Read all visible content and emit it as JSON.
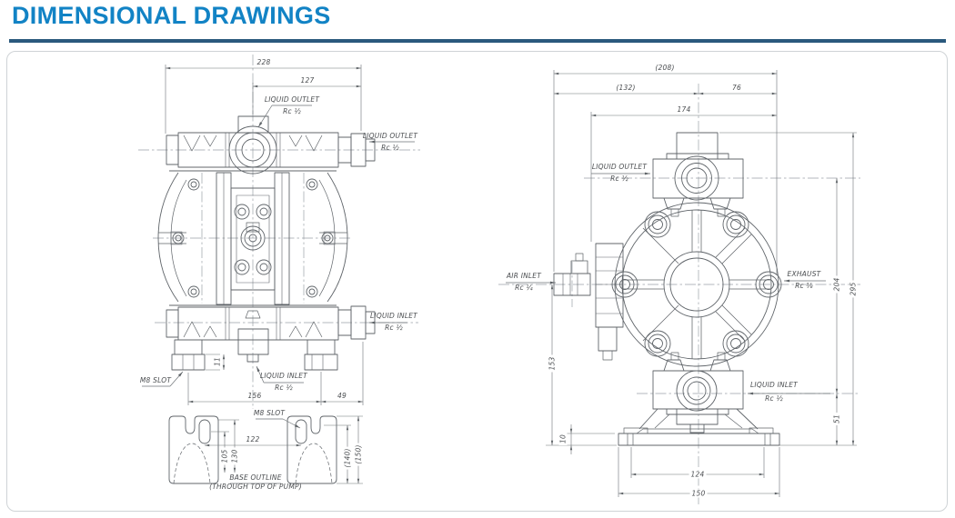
{
  "title": "DIMENSIONAL DRAWINGS",
  "colors": {
    "title_blue": "#1283c5",
    "rule_blue": "#2a597d",
    "line_gray": "#60656a"
  },
  "left": {
    "dim_width_overall": "228",
    "dim_width_outlet": "127",
    "dim_feet_span": "156",
    "dim_feet_to_port": "49",
    "dim_foot_thickness": "11",
    "outlet_top": [
      "LIQUID OUTLET",
      "Rc ½"
    ],
    "outlet_side": [
      "LIQUID OUTLET",
      "Rc ½"
    ],
    "inlet_side": [
      "LIQUID INLET",
      "Rc ½"
    ],
    "inlet_bottom": [
      "LIQUID INLET",
      "Rc ½"
    ],
    "m8_slot": "M8 SLOT",
    "base": {
      "m8_slot": "M8 SLOT",
      "dim_slot_span": "122",
      "dim_slot_height": "105",
      "dim_top_height": "130",
      "dim_width_ref": "(140)",
      "dim_height_ref": "(150)",
      "caption": [
        "BASE OUTLINE",
        "(THROUGH TOP OF PUMP)"
      ]
    }
  },
  "right": {
    "dim_width_overall": "(208)",
    "dim_width_left": "(132)",
    "dim_width_right": "76",
    "dim_width_body": "174",
    "outlet": [
      "LIQUID OUTLET",
      "Rc ½"
    ],
    "air_inlet": [
      "AIR INLET",
      "Rc ¼"
    ],
    "exhaust": [
      "EXHAUST",
      "Rc ⅜"
    ],
    "inlet": [
      "LIQUID INLET",
      "Rc ½"
    ],
    "dim_port_span": "204",
    "dim_height_overall": "295",
    "dim_inlet_height": "51",
    "dim_air_height": "153",
    "dim_base_thickness": "10",
    "dim_feet_span": "124",
    "dim_base_width": "150"
  }
}
